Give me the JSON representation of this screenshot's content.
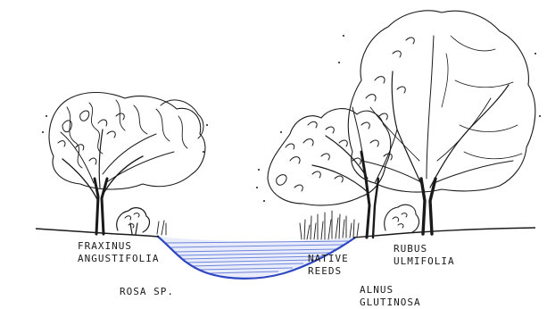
{
  "labels": {
    "fraxinus": {
      "line1": "FRAXINUS",
      "line2": "ANGUSTIFOLIA"
    },
    "rosa": {
      "line1": "ROSA SP."
    },
    "reeds": {
      "line1": "NATIVE",
      "line2": "REEDS"
    },
    "rubus": {
      "line1": "RUBUS",
      "line2": "ULMIFOLIA"
    },
    "alnus": {
      "line1": "ALNUS",
      "line2": "GLUTINOSA"
    }
  },
  "colors": {
    "ink": "#1a1a1a",
    "water": "#3a55c8",
    "water_light": "#8fa2e6",
    "paper": "#ffffff"
  }
}
